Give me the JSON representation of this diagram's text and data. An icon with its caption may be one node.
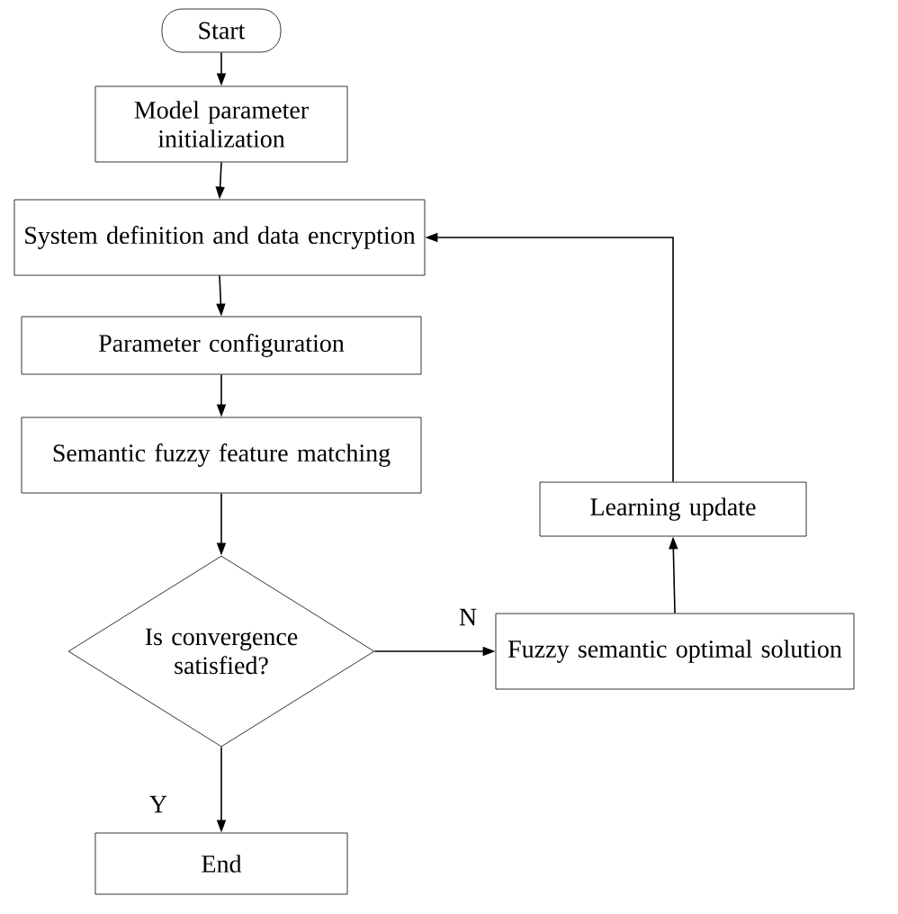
{
  "diagram": {
    "nodes": [
      {
        "text": [
          "Start"
        ]
      },
      {
        "text": [
          "Model parameter initialization"
        ]
      },
      {
        "text": [
          "System definition and data encryption"
        ]
      },
      {
        "text": [
          "Parameter configuration"
        ]
      },
      {
        "text": [
          "Semantic fuzzy feature matching"
        ]
      },
      {
        "text": [
          "Is convergence satisfied?"
        ]
      },
      {
        "text": [
          "End"
        ]
      },
      {
        "text": [
          "Fuzzy semantic optimal solution"
        ]
      },
      {
        "text": [
          "Learning update"
        ]
      }
    ],
    "edges": [
      {
        "from": 0,
        "to": 1,
        "arrow": "to"
      },
      {
        "from": 1,
        "to": 2,
        "arrow": "to"
      },
      {
        "from": 2,
        "to": 3,
        "arrow": "to"
      },
      {
        "from": 3,
        "to": 4,
        "arrow": "to"
      },
      {
        "from": 4,
        "to": 5,
        "arrow": "to"
      },
      {
        "from": 5,
        "to": 6,
        "label": "Y",
        "arrow": "to"
      },
      {
        "from": 5,
        "to": 7,
        "label": "N",
        "arrow": "to"
      },
      {
        "from": 7,
        "to": 8,
        "arrow": "to"
      },
      {
        "from": 8,
        "to": 2,
        "arrow": "to"
      }
    ]
  }
}
